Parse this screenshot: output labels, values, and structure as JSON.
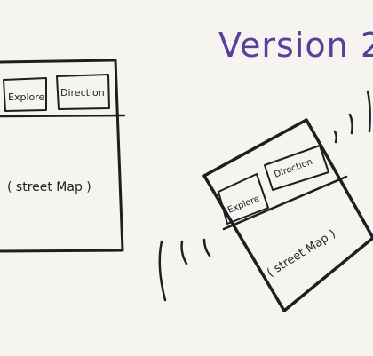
{
  "title": "Version 2",
  "colors": {
    "ink": "#1e1e1e",
    "title": "#5a3f9a",
    "paper": "#f5f4f0"
  },
  "phone_left": {
    "buttons": [
      "Explore",
      "Direction"
    ],
    "map_label": "( street Map )"
  },
  "phone_right": {
    "buttons": [
      "Explore",
      "Direction"
    ],
    "map_label": "( street Map )"
  }
}
